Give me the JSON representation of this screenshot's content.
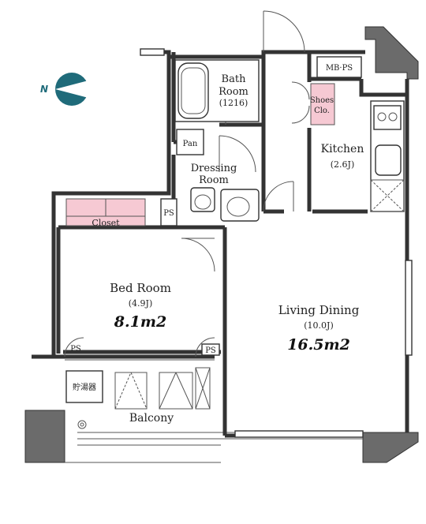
{
  "compass": {
    "letter": "N"
  },
  "rooms": {
    "bath": {
      "name_line1": "Bath",
      "name_line2": "Room",
      "size": "(1216)"
    },
    "mbps": {
      "name": "MB·PS"
    },
    "shoes": {
      "name_line1": "Shoes",
      "name_line2": "Clo."
    },
    "pan": {
      "name": "Pan"
    },
    "dressing": {
      "name_line1": "Dressing",
      "name_line2": "Room"
    },
    "kitchen": {
      "name": "Kitchen",
      "size": "(2.6J)"
    },
    "ps_upper": {
      "name": "PS"
    },
    "closet": {
      "name": "Closet"
    },
    "bedroom": {
      "name": "Bed Room",
      "size": "(4.9J)",
      "area": "8.1m2"
    },
    "living": {
      "name": "Living Dining",
      "size": "(10.0J)",
      "area": "16.5m2"
    },
    "ps_left": {
      "name": "PS"
    },
    "ps_right": {
      "name": "PS"
    },
    "water_heater": {
      "name": "貯湯器"
    },
    "balcony": {
      "name": "Balcony"
    }
  },
  "colors": {
    "accent_pink": "#f6c9d3",
    "compass_teal": "#1f6b7a",
    "concrete_gray": "#6b6b6b"
  }
}
